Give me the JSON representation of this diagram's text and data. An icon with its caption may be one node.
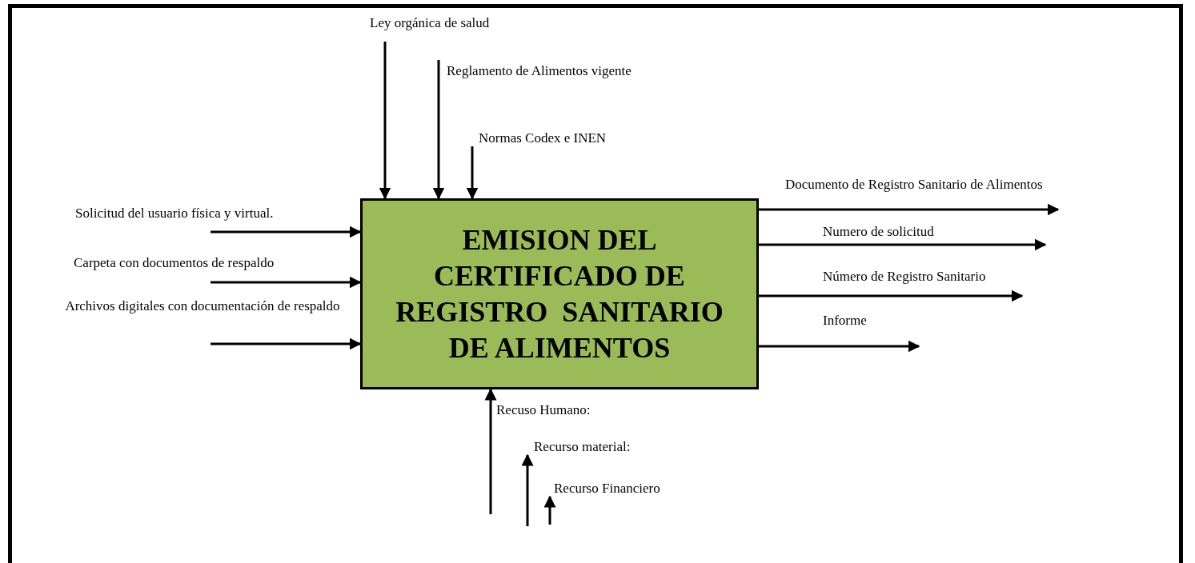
{
  "diagram": {
    "nodes": [
      {
        "text": [
          "EMISION DEL CERTIFICADO DE REGISTRO  SANITARIO DE ALIMENTOS"
        ]
      },
      {
        "text": [
          "Recurso material:"
        ]
      },
      {
        "text": [
          "Recurso Financiero"
        ]
      },
      {
        "text": [
          "Normas Codex e INEN"
        ]
      }
    ],
    "edges": [
      {
        "from": null,
        "to": 0,
        "arrow": "to"
      },
      {
        "from": null,
        "to": 0,
        "arrow": "to"
      },
      {
        "from": 3,
        "to": 0,
        "arrow": "to"
      },
      {
        "from": null,
        "to": 0,
        "arrow": "to"
      },
      {
        "from": null,
        "to": 0,
        "arrow": "to"
      },
      {
        "from": null,
        "to": 0,
        "arrow": "to"
      },
      {
        "from": 0,
        "to": null,
        "arrow": "to"
      },
      {
        "from": 0,
        "to": null,
        "arrow": "to"
      },
      {
        "from": 0,
        "to": null,
        "arrow": "to"
      },
      {
        "from": 0,
        "to": null,
        "arrow": "to"
      },
      {
        "from": null,
        "to": 0,
        "arrow": "to"
      },
      {
        "from": null,
        "to": 1,
        "arrow": "to"
      },
      {
        "from": null,
        "to": 2,
        "arrow": "to"
      }
    ],
    "labels": [
      "Ley orgánica de salud",
      "Reglamento de Alimentos vigente",
      "Documento de  Registro Sanitario  de Alimentos",
      "Solicitud del usuario física y virtual.",
      "Numero de solicitud",
      "Carpeta con documentos de respaldo",
      "Número de Registro Sanitario",
      "Archivos digitales con documentación de respaldo",
      "Informe",
      "Recuso Humano:"
    ]
  }
}
